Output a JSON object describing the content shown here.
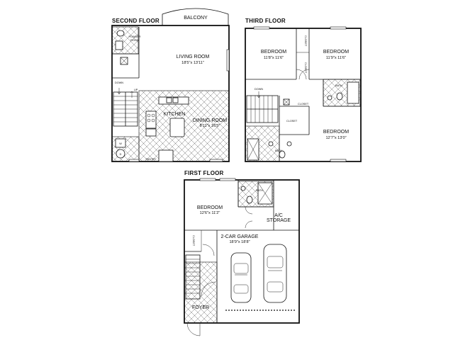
{
  "floors": {
    "second": {
      "title": "SECOND FLOOR",
      "balcony": "BALCONY",
      "powder_room": [
        "POWDER",
        "ROOM"
      ],
      "living_room": {
        "name": "LIVING ROOM",
        "dims": "18'5\"x 13'11\""
      },
      "kitchen": "KITCHEN",
      "dining_room": {
        "name": "DINING ROOM",
        "dims": "8'11\"x 16'5\""
      },
      "down": "DOWN",
      "up": "UP",
      "washer": "W",
      "dryer": "D",
      "pantry": "PANTRY"
    },
    "third": {
      "title": "THIRD FLOOR",
      "bedroom_left": {
        "name": "BEDROOM",
        "dims": "11'8\"x 11'6\""
      },
      "bedroom_right": {
        "name": "BEDROOM",
        "dims": "11'9\"x 11'6\""
      },
      "bedroom_main": {
        "name": "BEDROOM",
        "dims": "12'7\"x 13'0\""
      },
      "bath_right": "BATH",
      "bath_center": "BATH",
      "down": "DOWN",
      "closet": "CLOSET"
    },
    "first": {
      "title": "FIRST FLOOR",
      "bedroom": {
        "name": "BEDROOM",
        "dims": "12'6\"x 11'2\""
      },
      "bath": "BATH",
      "storage": [
        "A/C",
        "STORAGE"
      ],
      "garage": {
        "name": "2-CAR GARAGE",
        "dims": "18'9\"x 18'8\""
      },
      "foyer": "FOYER",
      "closet": "CLOSET"
    }
  }
}
